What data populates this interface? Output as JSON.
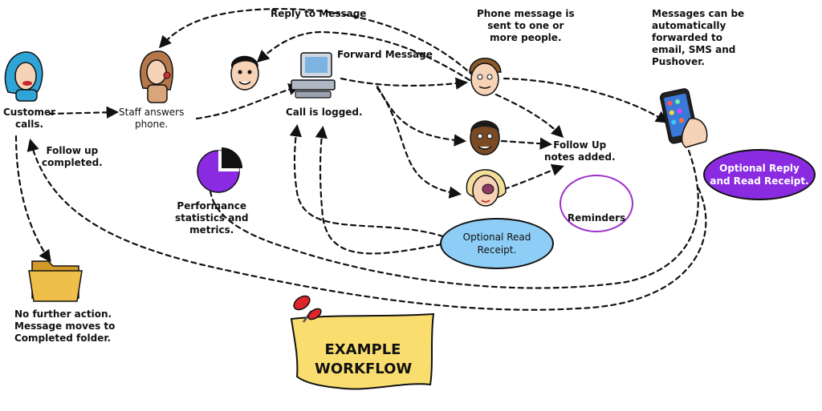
{
  "labels": {
    "customer_calls": "Customer\ncalls.",
    "staff_answers": "Staff answers\nphone.",
    "call_logged": "Call is logged.",
    "reply_to_message": "Reply to Message",
    "forward_message": "Forward Message",
    "phone_message_sent": "Phone message is\nsent to one or\nmore people.",
    "messages_forwarded": "Messages can be\nautomatically\nforwarded to\nemail, SMS and\nPushover.",
    "follow_up_notes": "Follow Up\nnotes added.",
    "follow_up_completed": "Follow up\ncompleted.",
    "performance": "Performance\nstatistics and\nmetrics.",
    "no_further_action": "No further action.\nMessage moves to\nCompleted folder.",
    "reminders": "Reminders",
    "optional_read_receipt": "Optional Read\nReceipt.",
    "optional_reply_receipt": "Optional Reply\nand Read Receipt.",
    "example_workflow": "EXAMPLE\nWORKFLOW"
  },
  "colors": {
    "read_receipt_fill": "#8ecdf5",
    "reply_receipt_fill": "#8a2be2",
    "reminders_border": "#9b30c8",
    "note_fill": "#f9de6f",
    "pie_fill": "#8a2be2",
    "folder_fill": "#e8b23a",
    "pin_fill": "#e0242c"
  },
  "icons": [
    "customer-icon",
    "staff-icon",
    "forwarder-icon",
    "computer-icon",
    "recipient-man-icon",
    "recipient-dark-icon",
    "recipient-woman-icon",
    "smartphone-icon",
    "pie-chart-icon",
    "folder-icon",
    "alarm-clock-icon",
    "pushpin-icon"
  ]
}
